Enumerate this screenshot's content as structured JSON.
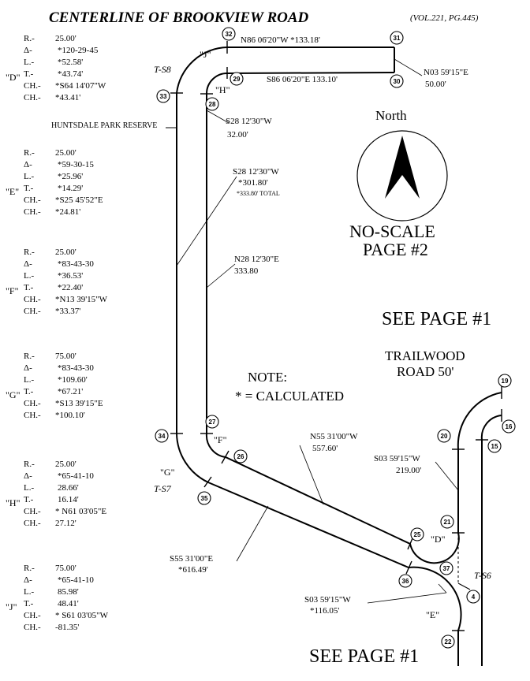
{
  "title": "CENTERLINE OF BROOKVIEW ROAD",
  "reference": "(VOL.221, PG.445)",
  "curves": [
    {
      "id": "D",
      "r": "R.-",
      "r_v": "25.00'",
      "d": "Δ-",
      "d_v": "*120-29-45",
      "l": "L.-",
      "l_v": "*52.58'",
      "t": "T.-",
      "t_v": "*43.74'",
      "ch1": "CH.-",
      "ch1_v": "*S64 14'07\"W",
      "ch2": "CH.-",
      "ch2_v": "*43.41'"
    },
    {
      "id": "E",
      "r": "R.-",
      "r_v": "25.00'",
      "d": "Δ-",
      "d_v": "*59-30-15",
      "l": "L.-",
      "l_v": "*25.96'",
      "t": "T.-",
      "t_v": "*14.29'",
      "ch1": "CH.-",
      "ch1_v": "*S25 45'52\"E",
      "ch2": "CH.-",
      "ch2_v": "*24.81'"
    },
    {
      "id": "F",
      "r": "R.-",
      "r_v": "25.00'",
      "d": "Δ-",
      "d_v": "*83-43-30",
      "l": "L.-",
      "l_v": "*36.53'",
      "t": "T.-",
      "t_v": "*22.40'",
      "ch1": "CH.-",
      "ch1_v": "*N13 39'15\"W",
      "ch2": "CH.-",
      "ch2_v": "*33.37'"
    },
    {
      "id": "G",
      "r": "R.-",
      "r_v": "75.00'",
      "d": "Δ-",
      "d_v": "*83-43-30",
      "l": "L.-",
      "l_v": "*109.60'",
      "t": "T.-",
      "t_v": "*67.21'",
      "ch1": "CH.-",
      "ch1_v": "*S13 39'15\"E",
      "ch2": "CH.-",
      "ch2_v": "*100.10'"
    },
    {
      "id": "H",
      "r": "R.-",
      "r_v": "25.00'",
      "d": "Δ-",
      "d_v": "*65-41-10",
      "l": "L.-",
      "l_v": "28.66'",
      "t": "T.-",
      "t_v": "16.14'",
      "ch1": "CH.-",
      "ch1_v": "* N61 03'05\"E",
      "ch2": "CH.-",
      "ch2_v": "27.12'"
    },
    {
      "id": "J",
      "r": "R.-",
      "r_v": "75.00'",
      "d": "Δ-",
      "d_v": "*65-41-10",
      "l": "L.-",
      "l_v": "85.98'",
      "t": "T.-",
      "t_v": "48.41'",
      "ch1": "CH.-",
      "ch1_v": "* S61 03'05\"W",
      "ch2": "CH.-",
      "ch2_v": "-81.35'"
    }
  ],
  "bearings": {
    "b_31_32": "N86 06'20\"W  *133.18'",
    "b_29_30": "S86 06'20\"E  133.10'",
    "b_30_31_a": "N03 59'15\"E",
    "b_30_31_b": "50.00'",
    "b_28_a": "S28 12'30\"W",
    "b_28_b": "32.00'",
    "b_mid_a": "S28 12'30\"W",
    "b_mid_b": "*301.80'",
    "b_mid_c": "*333.80' TOTAL",
    "b_east_a": "N28 12'30\"E",
    "b_east_b": "333.80",
    "b_26_25_a": "N55 31'00\"W",
    "b_26_25_b": "557.60'",
    "b_20_21_a": "S03 59'15\"W",
    "b_20_21_b": "219.00'",
    "b_35_36_a": "S55 31'00\"E",
    "b_35_36_b": "*616.49'",
    "b_37_22_a": "S03 59'15\"W",
    "b_37_22_b": "*116.05'"
  },
  "labels": {
    "park": "HUNTSDALE PARK RESERVE",
    "north": "North",
    "noscale": "NO-SCALE",
    "page2": "PAGE #2",
    "seepage1_top": "SEE PAGE #1",
    "seepage1_bottom": "SEE PAGE #1",
    "trailwood1": "TRAILWOOD",
    "trailwood2": "ROAD 50'",
    "note1": "NOTE:",
    "note2": "* = CALCULATED",
    "c_J": "\"J\"",
    "c_H": "\"H\"",
    "c_F": "\"F\"",
    "c_G": "\"G\"",
    "c_D": "\"D\"",
    "c_E": "\"E\"",
    "ts8_top": "T-S8",
    "ts7": "T-S7",
    "ts6": "T-S6"
  },
  "nodes": [
    "32",
    "31",
    "30",
    "29",
    "28",
    "33",
    "34",
    "27",
    "26",
    "35",
    "25",
    "21",
    "20",
    "19",
    "16",
    "15",
    "37",
    "36",
    "4",
    "22"
  ]
}
